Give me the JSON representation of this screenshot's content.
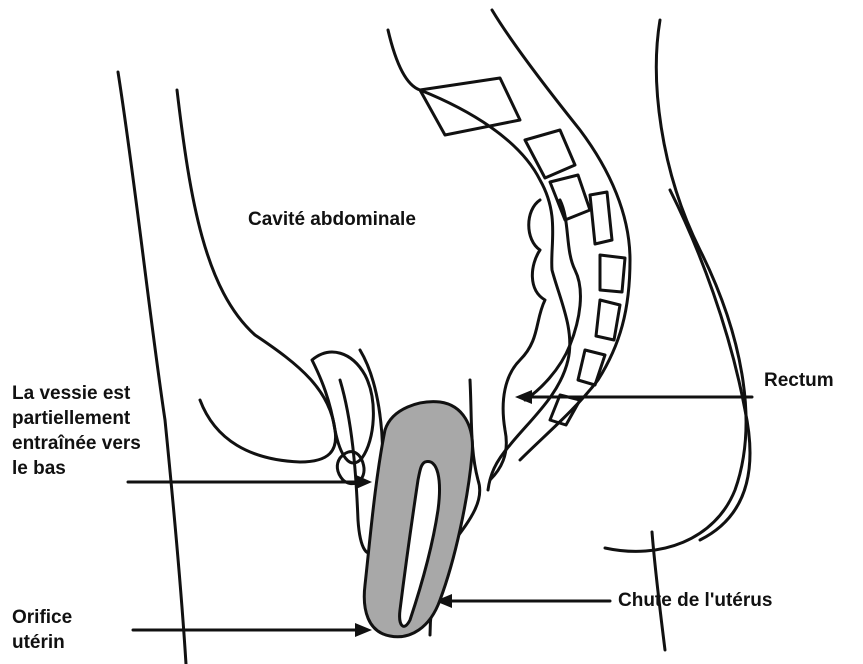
{
  "diagram": {
    "labels": {
      "abdominal_cavity": "Cavité abdominale",
      "rectum": "Rectum",
      "bladder": [
        "La vessie est",
        "partiellement",
        "entraînée vers",
        "le bas"
      ],
      "uterus_prolapse": "Chute de l'utérus",
      "uterine_orifice": [
        "Orifice",
        "utérin"
      ]
    },
    "colors": {
      "ink": "#111111",
      "uterus_fill": "#a8a8a8",
      "background": "#ffffff"
    }
  }
}
